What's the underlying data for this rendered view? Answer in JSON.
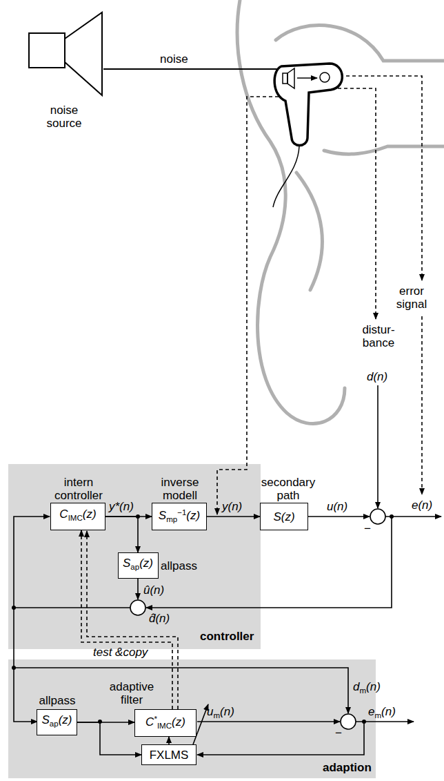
{
  "diagram": {
    "nodes": [
      {
        "text": [
          "controller"
        ]
      },
      {
        "text": [
          "intern controller",
          "CIMC(z)"
        ],
        "in": 0
      },
      {
        "text": [
          "inverse modell",
          "Smp−1(z)"
        ],
        "in": 0
      },
      {
        "text": [
          "Sap(z)",
          "allpass"
        ],
        "in": 0
      },
      {
        "text": [
          "secondary path",
          "S(z)"
        ]
      },
      {
        "text": [
          "adaption"
        ]
      },
      {
        "text": [
          "allpass",
          "Sap(z)"
        ],
        "in": 5
      },
      {
        "text": [
          "adaptive filter",
          "C*IMC(z)"
        ],
        "in": 5
      },
      {
        "text": [
          "FXLMS"
        ],
        "in": 5
      }
    ],
    "edges": [
      {
        "from": 1,
        "to": 2,
        "label": "y*(n)",
        "arrow": "to"
      },
      {
        "from": 2,
        "to": 4,
        "label": "y(n)",
        "arrow": "to"
      },
      {
        "from": 1,
        "to": 3,
        "arrow": "to"
      },
      {
        "from": 6,
        "to": 7,
        "arrow": "to"
      },
      {
        "from": 6,
        "to": 8,
        "arrow": "to"
      },
      {
        "from": 8,
        "to": 7,
        "arrow": "to"
      },
      {
        "from": 7,
        "to": 1,
        "label": "test &copy",
        "arrow": "to"
      }
    ],
    "labels": [
      "noise source",
      "noise",
      "error signal",
      "distur-bance",
      "d(n)",
      "u(n)",
      "e(n)",
      "−",
      "û(n)",
      "d̂(n)",
      "dm(n)",
      "um(n)",
      "−",
      "em(n)"
    ]
  }
}
